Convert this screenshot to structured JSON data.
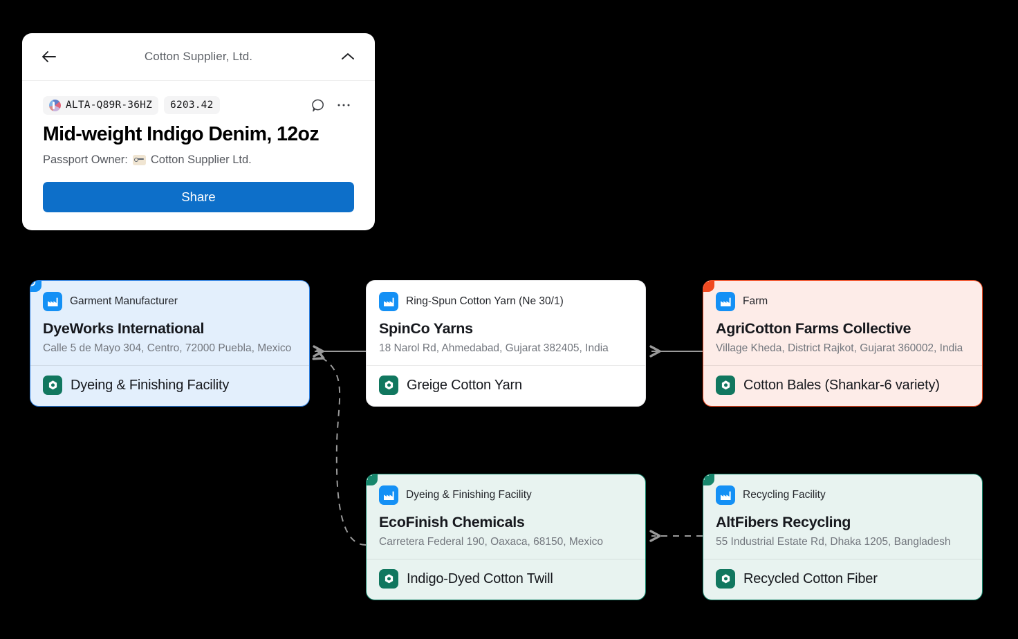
{
  "passport_card": {
    "header": {
      "back_icon": "arrow-left-icon",
      "title": "Cotton Supplier, Ltd.",
      "collapse_icon": "chevron-up-icon"
    },
    "gid": "ALTA-Q89R-36HZ",
    "hs_code": "6203.42",
    "comment_icon": "comment-bubble-icon",
    "more_icon": "ellipsis-icon",
    "product_name": "Mid-weight Indigo Denim, 12oz",
    "owner_label": "Passport Owner:",
    "owner_name": "Cotton Supplier Ltd.",
    "share_label": "Share"
  },
  "nodes": [
    {
      "id": "dyeworks",
      "badge": "sync",
      "type_label": "Garment Manufacturer",
      "company": "DyeWorks International",
      "address": "Calle 5 de Mayo 304, Centro, 72000 Puebla, Mexico",
      "product": "Dyeing & Finishing Facility"
    },
    {
      "id": "spinco",
      "badge": "none",
      "type_label": "Ring-Spun Cotton Yarn (Ne 30/1)",
      "company": "SpinCo Yarns",
      "address": "18 Narol Rd, Ahmedabad, Gujarat 382405, India",
      "product": "Greige Cotton Yarn"
    },
    {
      "id": "agricotton",
      "badge": "minus",
      "type_label": "Farm",
      "company": "AgriCotton Farms Collective",
      "address": "Village Kheda, District Rajkot, Gujarat 360002, India",
      "product": "Cotton Bales (Shankar-6 variety)"
    },
    {
      "id": "ecofinish",
      "badge": "plus",
      "type_label": "Dyeing & Finishing Facility",
      "company": "EcoFinish Chemicals",
      "address": "Carretera Federal 190, Oaxaca, 68150, Mexico",
      "product": "Indigo-Dyed Cotton Twill"
    },
    {
      "id": "altfibers",
      "badge": "plus",
      "type_label": "Recycling Facility",
      "company": "AltFibers Recycling",
      "address": "55 Industrial Estate Rd, Dhaka 1205, Bangladesh",
      "product": "Recycled Cotton Fiber"
    }
  ],
  "icons": {
    "factory": "factory-icon",
    "product": "product-nut-icon",
    "sync_badge": "sync-badge-icon",
    "minus_badge": "minus-badge-icon",
    "plus_badge": "plus-badge-icon"
  },
  "colors": {
    "accent_blue": "#1490f5",
    "share_blue": "#0d6fc9",
    "green": "#17866c",
    "red": "#f04a21",
    "edge_gray": "#9a9a9a",
    "canvas": "#000000"
  },
  "edges": [
    {
      "from": "spinco",
      "to": "dyeworks",
      "style": "solid"
    },
    {
      "from": "agricotton",
      "to": "spinco",
      "style": "solid"
    },
    {
      "from": "ecofinish",
      "to": "dyeworks",
      "style": "dashed"
    },
    {
      "from": "altfibers",
      "to": "ecofinish",
      "style": "dashed"
    }
  ]
}
